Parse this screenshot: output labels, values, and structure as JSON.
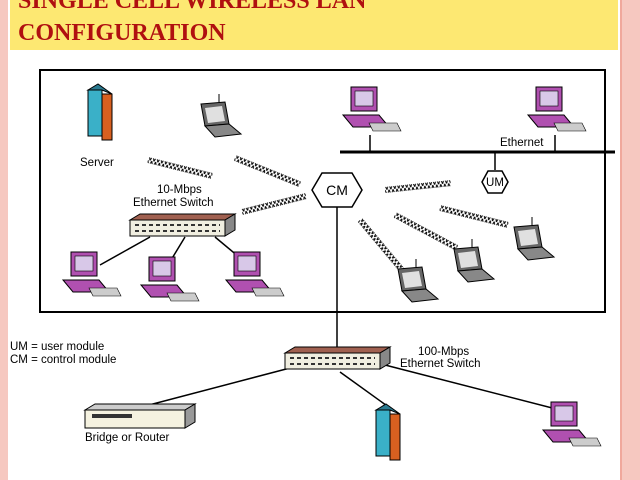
{
  "title": {
    "line1": "SINGLE CELL WIRELESS LAN",
    "line2": "CONFIGURATION"
  },
  "diagram": {
    "server_label": "Server",
    "switch10_label_1": "10-Mbps",
    "switch10_label_2": "Ethernet Switch",
    "cm_label": "CM",
    "um_label": "UM",
    "ethernet_label": "Ethernet",
    "switch100_label_1": "100-Mbps",
    "switch100_label_2": "Ethernet Switch",
    "bridge_label": "Bridge or Router",
    "legend_um": "UM = user module",
    "legend_cm": "CM = control module"
  }
}
